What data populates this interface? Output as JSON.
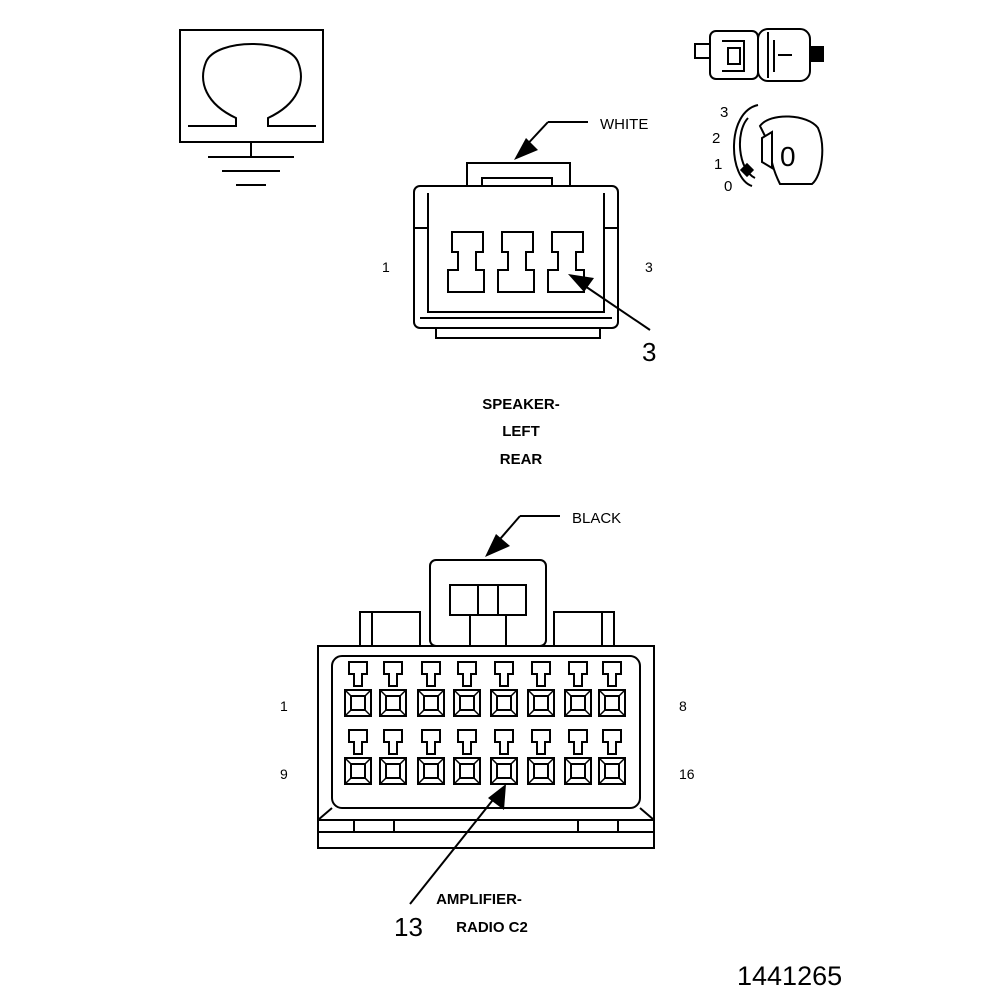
{
  "speaker_connector": {
    "color_label": "WHITE",
    "pin_first": "1",
    "pin_last": "3",
    "callout_pin": "3",
    "name_lines": [
      "SPEAKER-",
      "LEFT",
      "REAR"
    ]
  },
  "amplifier_connector": {
    "color_label": "BLACK",
    "pin_top_left": "1",
    "pin_top_right": "8",
    "pin_bottom_left": "9",
    "pin_bottom_right": "16",
    "callout_pin": "13",
    "name_lines": [
      "AMPLIFIER-",
      "RADIO C2"
    ]
  },
  "ignition_switch": {
    "positions": [
      "3",
      "2",
      "1",
      "0"
    ],
    "key_label": "0"
  },
  "figure_number": "1441265",
  "icons": [
    "ohm-ground-icon",
    "connector-plug-icon",
    "ignition-key-icon"
  ]
}
